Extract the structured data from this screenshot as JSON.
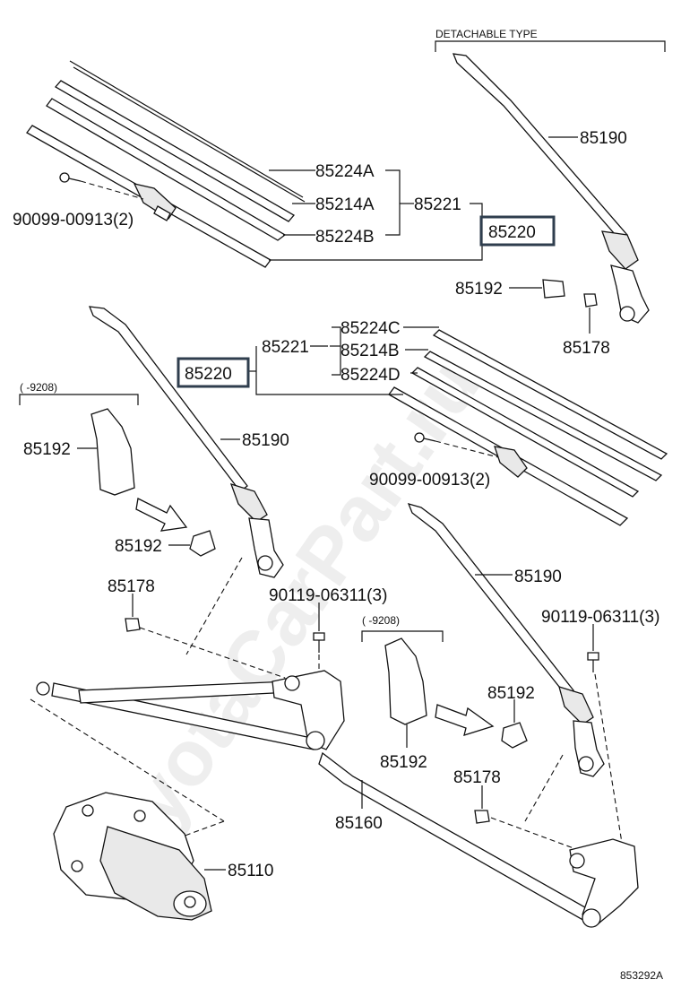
{
  "watermark": "ToyotaCarPart.ru",
  "headers": {
    "detachable": "DETACHABLE TYPE",
    "range_left": "(      -9208)",
    "range_mid": "(      -9208)"
  },
  "labels": {
    "p85224A": "85224A",
    "p85214A": "85214A",
    "p85224B": "85224B",
    "p85221_top": "85221",
    "p85220_top": "85220",
    "p90099_top": "90099-00913(2)",
    "p85190_tr": "85190",
    "p85192_tr": "85192",
    "p85178_tr": "85178",
    "p85224C": "85224C",
    "p85214B": "85214B",
    "p85224D": "85224D",
    "p85221_mid": "85221",
    "p85220_mid": "85220",
    "p90099_mid": "90099-00913(2)",
    "p85192_left": "85192",
    "p85190_mid": "85190",
    "p85192_left_cap": "85192",
    "p85178_left": "85178",
    "p90119_mid": "90119-06311(3)",
    "p85190_right": "85190",
    "p90119_right": "90119-06311(3)",
    "p85192_right_cap": "85192",
    "p85192_mid": "85192",
    "p85178_right": "85178",
    "p85160": "85160",
    "p85110": "85110"
  },
  "footer": {
    "ref": "853292A"
  }
}
